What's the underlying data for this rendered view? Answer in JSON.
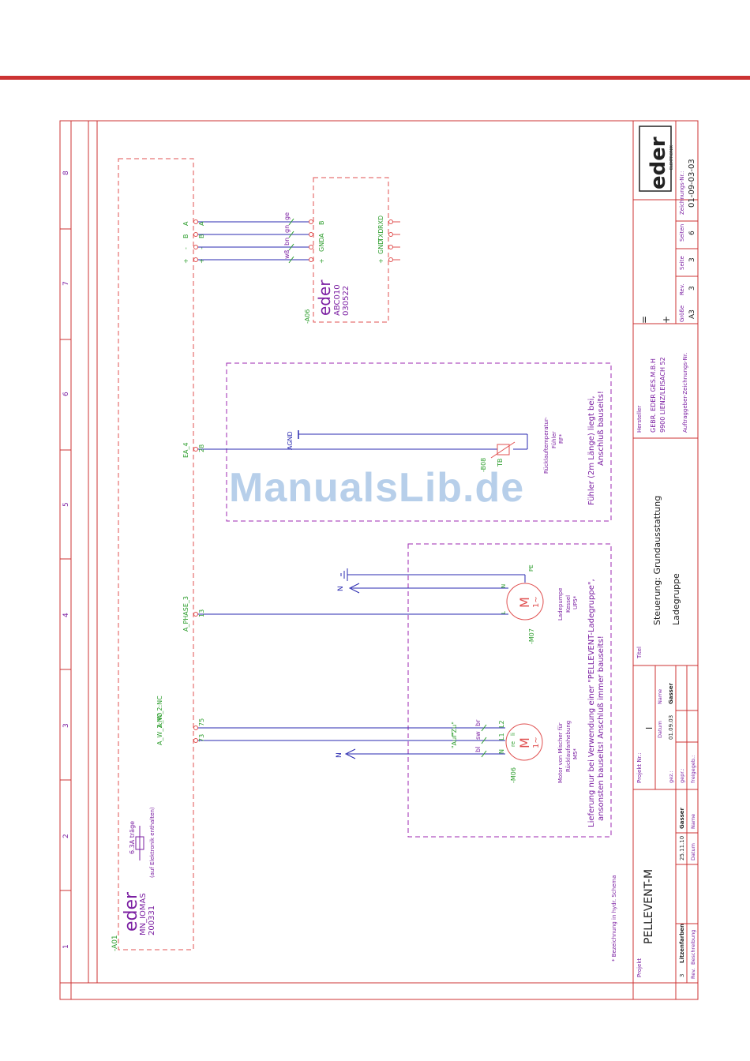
{
  "colors": {
    "frame": "#cc3333",
    "wire": "#2a2ab0",
    "label": "#7b1fa2",
    "term": "#2e9e2e",
    "box": "#e05050",
    "bar": "#cc3333",
    "watermark": "#9fc0e3"
  },
  "grid": {
    "columns": [
      "1",
      "2",
      "3",
      "4",
      "5",
      "6",
      "7",
      "8"
    ]
  },
  "a01": {
    "ref": "-A01",
    "brand": "eder",
    "model": "MN_IOMAS",
    "number": "200331",
    "fuse": "6.3A träge",
    "fuse_note": "(auf Elektronik enthalten)"
  },
  "a06": {
    "ref": "-A06",
    "brand": "eder",
    "model": "ABC010",
    "number": "030522",
    "left_signals": [
      "A",
      "B",
      "-",
      "+"
    ],
    "colors": [
      "ge",
      "gn",
      "bn",
      "wß"
    ],
    "right_pins": [
      "B",
      "A",
      "GND",
      "+"
    ],
    "right_signals": [
      "RXD",
      "TXD",
      "GND",
      "+"
    ]
  },
  "b08": {
    "ref": "-B08",
    "pin": "28",
    "signal": "EA_4",
    "agnd": "AGND",
    "desc1": "Rücklauftemperatur-",
    "desc2": "Fühler",
    "desc3": "RF*",
    "tb": "TB",
    "note1": "Fühler (2m Länge) liegt bei,",
    "note2": "Anschluß bauseits!"
  },
  "m07": {
    "ref": "-M07",
    "pin": "13",
    "signal": "A_PHASE_3",
    "N": "N",
    "L": "L",
    "PE": "PE",
    "motor": "M",
    "phase": "1~",
    "desc1": "Ladepumpe",
    "desc2": "Kessel",
    "desc3": "UP5*",
    "n_label": "N"
  },
  "m06": {
    "ref": "-M06",
    "pin73": "73",
    "pin75": "75",
    "sig1": "A_W_2:NO",
    "sig2": "A_W_2:NC",
    "zu": "\"Zu\"",
    "auf": "\"Auf\"",
    "c1": "bl",
    "c2": "sw",
    "c3": "br",
    "t1": "N",
    "t2": "L1",
    "t3": "L2",
    "re": "re",
    "li": "li",
    "motor": "M",
    "phase": "1~",
    "n_label": "N",
    "desc1": "Motor von Mischer für",
    "desc2": "Rücklaufanhebung",
    "desc3": "M5*",
    "note1": "Lieferung nur bei Verwendung einer \"PELLEVENT-Ladegruppe\",",
    "note2": "ansonsten bauseits! Anschluß immer bauseits!"
  },
  "footnote": "* Bezeichnung in hydr. Schema",
  "titleblock": {
    "projekt_label": "Projekt",
    "projekt": "PELLEVENT-M",
    "projektnr_label": "Projekt Nr.:",
    "projektnr": "I",
    "titel_label": "Titel",
    "titel1": "Steuerung:  Grundausstattung",
    "titel2": "Ladegruppe",
    "hersteller_label": "Hersteller",
    "hersteller1": "GEBR. EDER GES.M.B.H",
    "hersteller2": "9900 LIENZ/LEISACH 52",
    "plus": "+",
    "equal": "=",
    "auftraggeber_label": "Auftraggeber-Zeichnungs-Nr.",
    "groesse_label": "Größe",
    "groesse": "A3",
    "rev_label": "Rev.",
    "rev": "3",
    "seite_label": "Seite",
    "seite": "3",
    "seiten_label": "Seiten",
    "seiten": "6",
    "zeichnr_label": "Zeichnungs-Nr.:",
    "zeichnr": "01-09-03-03",
    "logo": "eder",
    "logo_sub": "ELEKTRONIK",
    "datum_label": "Datum",
    "name_label": "Name",
    "gez_label": "gez.:",
    "gez_datum": "01.09.03",
    "gez_name": "Gasser",
    "gepr_label": "gepr.:",
    "freig_label": "freigegeb.:",
    "rev_no": "3",
    "rev_desc": "Litzenfarben",
    "rev_datum": "25.11.10",
    "rev_name": "Gasser",
    "rev_col_label": "Rev.",
    "beschr_label": "Beschreibung",
    "datum2_label": "Datum",
    "name2_label": "Name"
  },
  "watermark": "ManualsLib.de"
}
